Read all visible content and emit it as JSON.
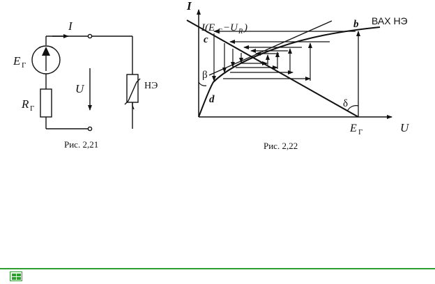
{
  "figure_21": {
    "current_label": "I",
    "emf_label": "E",
    "emf_sub": "Г",
    "resistor_label": "R",
    "resistor_sub": "Г",
    "voltage_label": "U",
    "element_label": "НЭ",
    "caption": "Рис. 2,21"
  },
  "figure_22": {
    "y_axis_label": "I",
    "x_axis_label": "U",
    "load_line_label": {
      "prefix": "I(E",
      "sub1": "Г",
      "mid": "−U",
      "sub2": "R",
      "suffix": ")"
    },
    "curve_label": "ВАХ НЭ",
    "point_b": "b",
    "point_c": "c",
    "point_d": "d",
    "angle_beta": "β",
    "angle_delta": "δ",
    "x_mark": "E",
    "x_mark_sub": "Г",
    "caption": "Рис. 2,22"
  },
  "colors": {
    "ink": "#111111",
    "accent": "#2e9e2e"
  },
  "icons": [
    "document-icon"
  ]
}
